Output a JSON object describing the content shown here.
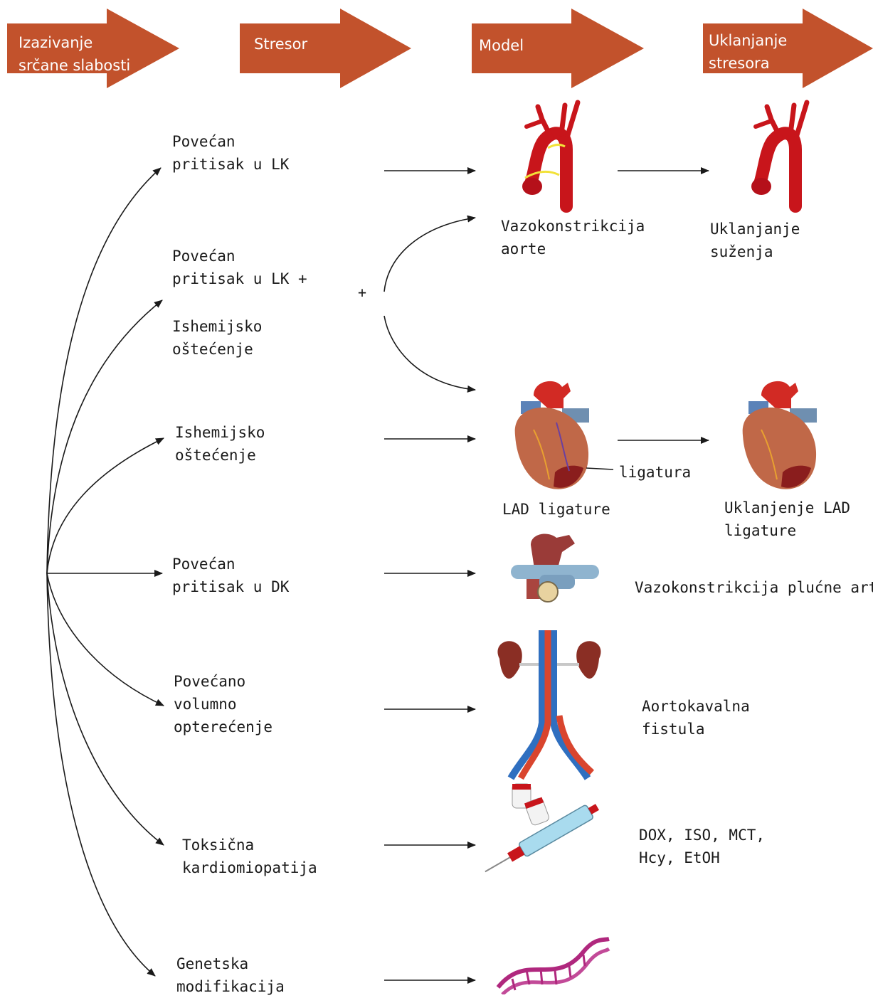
{
  "header": {
    "color": "#c2522c",
    "steps": [
      {
        "label": "Izazivanje\nsrčane slabosti"
      },
      {
        "label": "Stresor"
      },
      {
        "label": "Model"
      },
      {
        "label": "Uklanjanje\nstresora"
      }
    ]
  },
  "stressors": [
    {
      "label": "Povećan\npritisak u LK"
    },
    {
      "label": "Povećan\npritisak u LK  +"
    },
    {
      "label": "Ishemijsko\noštećenje"
    },
    {
      "label": "Ishemijsko\noštećenje"
    },
    {
      "label": "Povećan\npritisak u DK"
    },
    {
      "label": "Povećano\nvolumno\nopterećenje"
    },
    {
      "label": "Toksična\nkardiomiopatija"
    },
    {
      "label": "Genetska\nmodifikacija"
    }
  ],
  "combine_symbol": "+",
  "models": {
    "aorta_constriction": "Vazokonstrikcija\naorte",
    "aorta_removal": "Uklanjanje\nsuženja",
    "ligatura_pointer": "ligatura",
    "lad_ligature": "LAD ligature",
    "lad_removal": "Uklanjenje LAD\nligature",
    "pulmonary_constriction": "Vazokonstrikcija plućne arterij",
    "fistula": "Aortokavalna\nfistula",
    "toxins": "DOX, ISO, MCT,\nHcy, EtOH"
  },
  "colors": {
    "artery_red": "#c8151b",
    "vein_blue": "#2f6fc0",
    "kidney": "#8a2e24",
    "dna": "#b0287e",
    "pulmonary": "#8fb4cf"
  },
  "icons": [
    "aorta-icon",
    "heart-icon",
    "pulmonary-artery-icon",
    "kidney-vessels-icon",
    "syringe-vials-icon",
    "dna-icon"
  ]
}
